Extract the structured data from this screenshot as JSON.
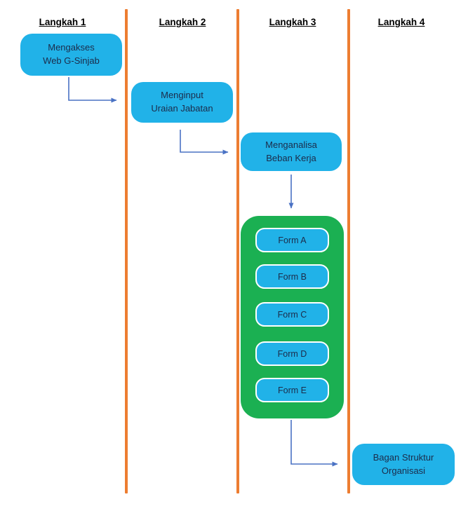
{
  "colors": {
    "box_fill": "#21B2E8",
    "box_text": "#1C2B4A",
    "green_fill": "#1BB052",
    "lane_line": "#ED7D31",
    "arrow": "#4A72C4",
    "header_text": "#000000",
    "form_border": "#FFFFFF",
    "background": "#FFFFFF"
  },
  "diagram": {
    "lanes": [
      {
        "label": "Langkah 1"
      },
      {
        "label": "Langkah 2"
      },
      {
        "label": "Langkah 3"
      },
      {
        "label": "Langkah 4"
      }
    ],
    "steps": {
      "step1": "Mengakses\nWeb G-Sinjab",
      "step2": "Menginput\nUraian Jabatan",
      "step3": "Menganalisa\nBeban Kerja",
      "step4": "Bagan Struktur\nOrganisasi"
    },
    "forms": [
      "Form A",
      "Form B",
      "Form C",
      "Form D",
      "Form E"
    ]
  }
}
